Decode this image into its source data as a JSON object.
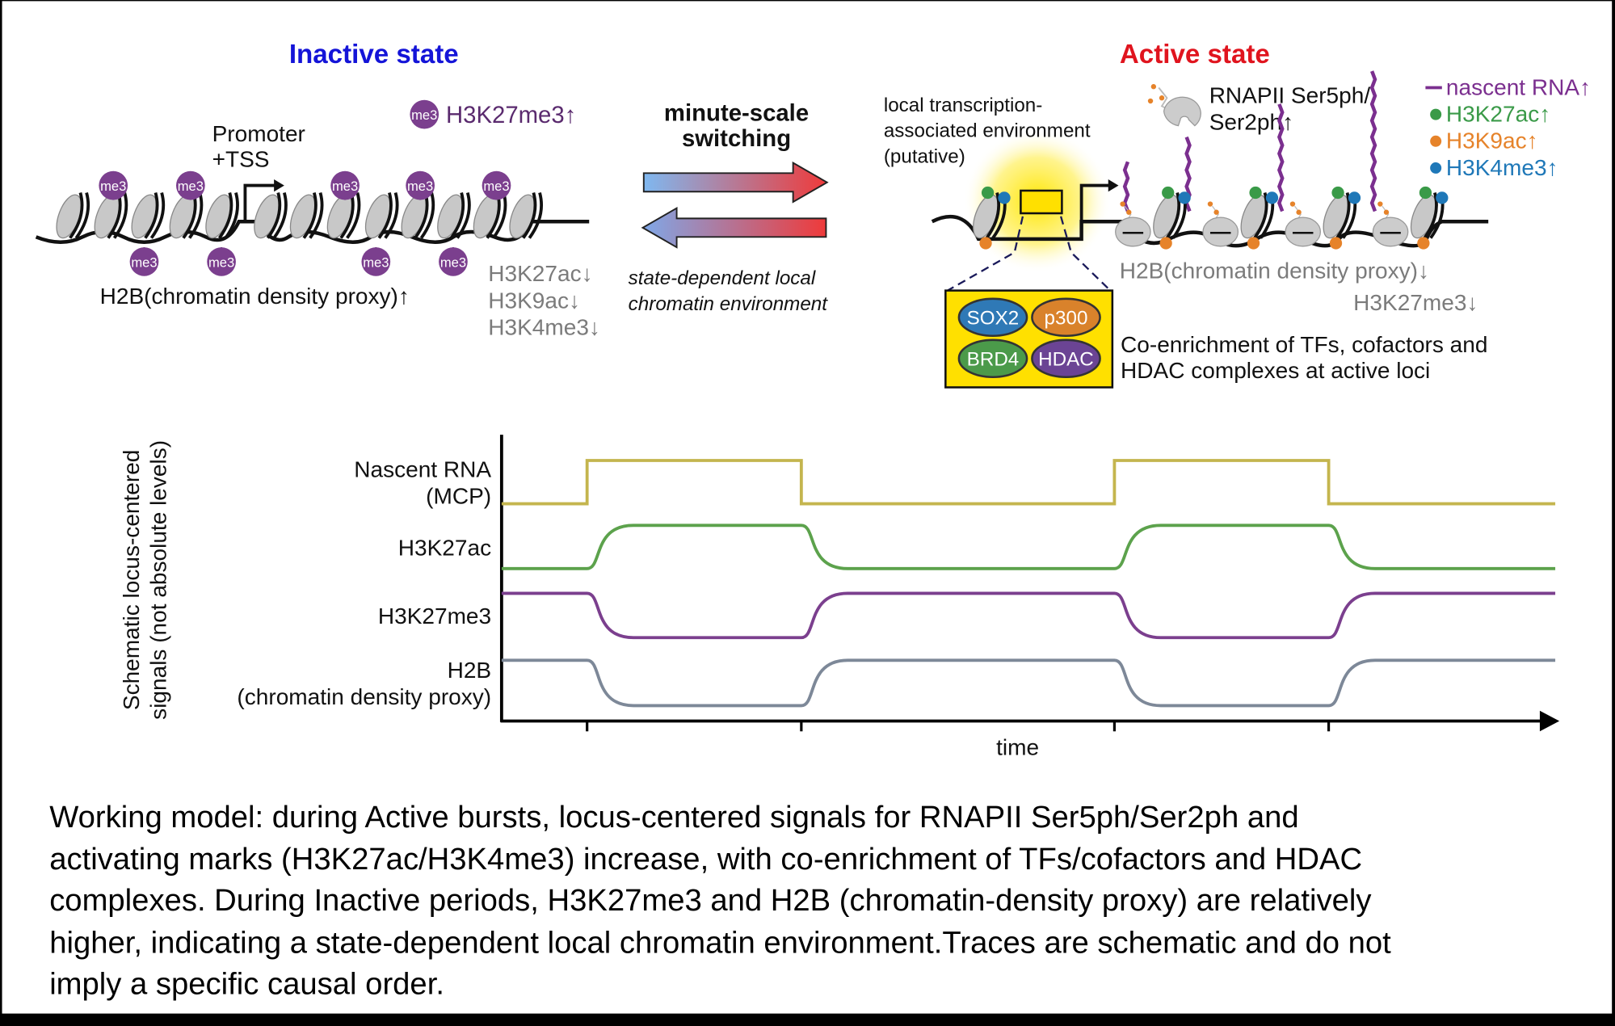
{
  "inactive": {
    "title": "Inactive state",
    "me3_legend": "H3K27me3↑",
    "me3_label": "me3",
    "promoter": [
      "Promoter",
      "+TSS"
    ],
    "h2b": "H2B(chromatin density proxy)↑",
    "down_marks": [
      "H3K27ac↓",
      "H3K9ac↓",
      "H3K4me3↓"
    ]
  },
  "switching": {
    "title": [
      "minute-scale",
      "switching"
    ],
    "subtitle": [
      "state-dependent local",
      "chromatin environment"
    ]
  },
  "active": {
    "title": "Active state",
    "environment": [
      "local transcription-",
      "associated environment",
      "(putative)"
    ],
    "rnapii": [
      "RNAPII Ser5ph/",
      "Ser2ph↑"
    ],
    "legend": [
      {
        "label": "nascent RNA↑",
        "color": "#7b2f8f",
        "shape": "line"
      },
      {
        "label": "H3K27ac↑",
        "color": "#3a9a48",
        "shape": "dot"
      },
      {
        "label": "H3K9ac↑",
        "color": "#e6832a",
        "shape": "dot"
      },
      {
        "label": "H3K4me3↑",
        "color": "#1f78b8",
        "shape": "dot"
      }
    ],
    "h2b": "H2B(chromatin density proxy)↓",
    "h3k27me3": "H3K27me3↓",
    "factors": [
      {
        "label": "SOX2",
        "color": "#2f79b6"
      },
      {
        "label": "p300",
        "color": "#d9822b"
      },
      {
        "label": "BRD4",
        "color": "#4b9a4a"
      },
      {
        "label": "HDAC",
        "color": "#6b4494"
      }
    ],
    "coenrichment": [
      "Co-enrichment of TFs, cofactors and",
      "HDAC complexes at active loci"
    ]
  },
  "chart_data": {
    "type": "line",
    "ylabel": [
      "Schematic locus-centered",
      "signals (not absolute levels)"
    ],
    "xlabel": "time",
    "states": [
      "inactive",
      "active",
      "inactive",
      "active",
      "inactive"
    ],
    "series": [
      {
        "name": [
          "Nascent RNA",
          "(MCP)"
        ],
        "color": "#c4b54e",
        "active_level": "high",
        "shape": "step"
      },
      {
        "name": [
          "H3K27ac"
        ],
        "color": "#5ca24c",
        "active_level": "high",
        "shape": "smooth"
      },
      {
        "name": [
          "H3K27me3"
        ],
        "color": "#7b3f8e",
        "active_level": "low",
        "shape": "smooth"
      },
      {
        "name": [
          "H2B",
          "(chromatin density proxy)"
        ],
        "color": "#7d8898",
        "active_level": "low",
        "shape": "smooth"
      }
    ]
  },
  "caption": [
    "Working model: during Active bursts, locus-centered signals for RNAPII Ser5ph/Ser2ph and",
    "activating marks (H3K27ac/H3K4me3) increase, with co-enrichment of TFs/cofactors and HDAC",
    "complexes. During Inactive periods, H3K27me3 and H2B (chromatin-density proxy) are relatively",
    "higher, indicating a state-dependent local chromatin environment.Traces are schematic and do not",
    "imply a specific causal order."
  ]
}
